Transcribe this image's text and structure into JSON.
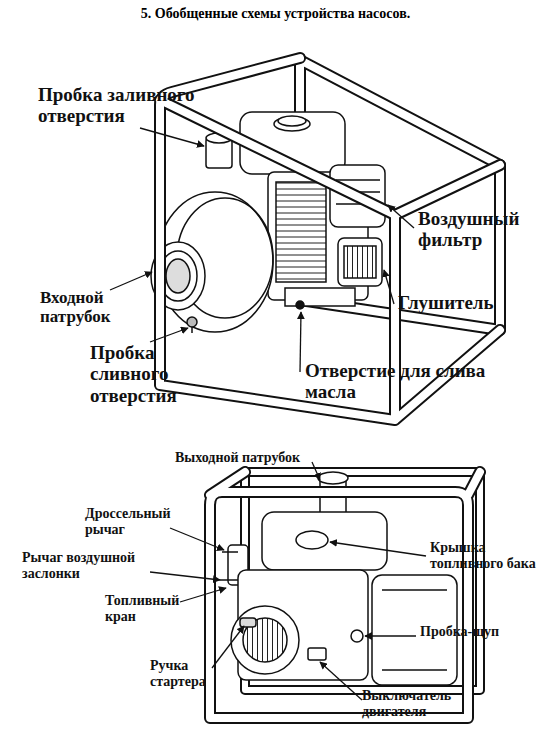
{
  "diagram": {
    "title": "5. Обобщенные схемы устройства насосов.",
    "labels": [
      "Пробка заливного отверстия",
      "Воздушный фильтр",
      "Входной патрубок",
      "Глушитель",
      "Пробка сливного отверстия",
      "Отверстие для слива масла",
      "Выходной патрубок",
      "Дроссельный рычаг",
      "Рычаг воздушной заслонки",
      "Крышка топливного бака",
      "Топливный кран",
      "Пробка-щуп",
      "Ручка стартера",
      "Выключатель двигателя"
    ]
  }
}
